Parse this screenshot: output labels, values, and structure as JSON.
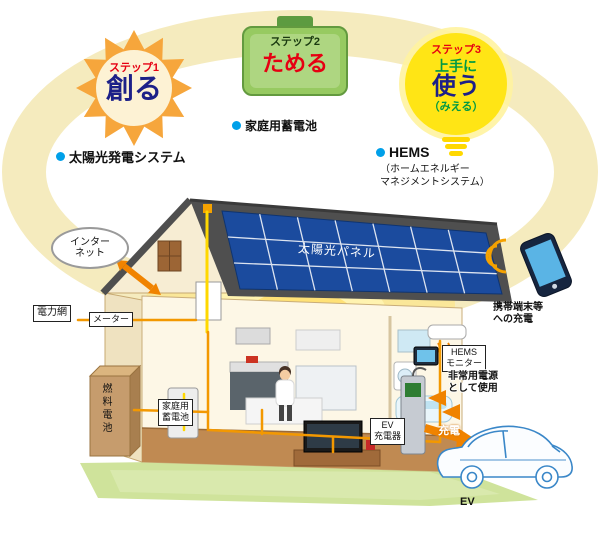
{
  "steps": {
    "step1": {
      "label": "ステップ1",
      "title": "創る"
    },
    "step2": {
      "label": "ステップ2",
      "title": "ためる"
    },
    "step3": {
      "label": "ステップ3",
      "line1": "上手に",
      "line2": "使う",
      "line3": "（みえる）"
    }
  },
  "bullets": {
    "solar": "太陽光発電システム",
    "battery": "家庭用蓄電池",
    "hems": "HEMS",
    "hems_sub": "（ホームエネルギー\nマネジメントシステム）"
  },
  "labels": {
    "solar_panel": "太陽光パネル",
    "internet": "インター\nネット",
    "power_grid": "電力網",
    "meter": "メーター",
    "fuel_cell": "燃料電池",
    "home_battery": "家庭用\n蓄電池",
    "hems_monitor": "HEMS\nモニター",
    "ev_charger": "EV\n充電器",
    "charging": "充電",
    "emergency": "非常用電源\nとして使用",
    "mobile_charging": "携帯端末等\nへの充電",
    "ev": "EV"
  },
  "colors": {
    "accent_orange": "#f39800",
    "accent_yellow": "#ffd800",
    "step_red": "#e60012",
    "step_blue": "#1d2088",
    "step_green": "#009944",
    "battery_green": "#8cc152",
    "bullet_blue": "#00a0e9",
    "panel_blue": "#1b4b9e",
    "ring_cream": "#f5ebbe"
  }
}
